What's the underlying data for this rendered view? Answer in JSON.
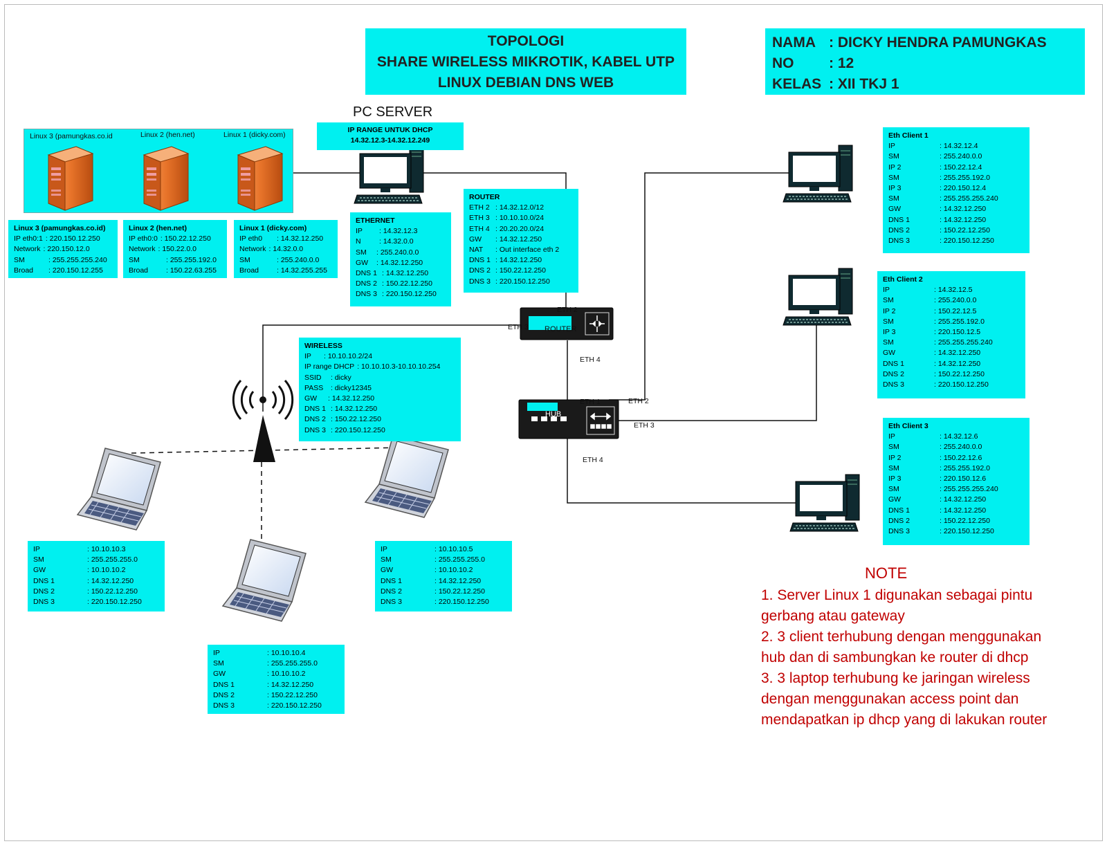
{
  "title": {
    "line1": "TOPOLOGI",
    "line2": "SHARE WIRELESS MIKROTIK, KABEL UTP",
    "line3": "LINUX  DEBIAN DNS WEB"
  },
  "identity": {
    "rows": [
      {
        "k": "NAMA",
        "v": ": DICKY HENDRA PAMUNGKAS"
      },
      {
        "k": "NO",
        "v": ": 12"
      },
      {
        "k": "KELAS",
        "v": ": XII TKJ 1"
      }
    ]
  },
  "pc_server": {
    "label": "PC SERVER",
    "dhcp_title": "IP RANGE UNTUK DHCP",
    "dhcp_range": "14.32.12.3-14.32.12.249"
  },
  "servers": {
    "linux3_label": "Linux 3 (pamungkas.co.id",
    "linux2_label": "Linux 2 (hen.net)",
    "linux1_label": "Linux 1 (dicky.com)"
  },
  "linux3": {
    "header": "Linux 3 (pamungkas.co.id)",
    "rows": [
      {
        "k": "IP eth0:1",
        "v": ": 220.150.12.250"
      },
      {
        "k": "Network",
        "v": ": 220.150.12.0"
      },
      {
        "k": "SM",
        "v": ": 255.255.255.240"
      },
      {
        "k": "Broad",
        "v": ": 220.150.12.255"
      }
    ]
  },
  "linux2": {
    "header": "Linux 2 (hen.net)",
    "rows": [
      {
        "k": "IP eth0:0",
        "v": ": 150.22.12.250"
      },
      {
        "k": "Network",
        "v": ": 150.22.0.0"
      },
      {
        "k": "SM",
        "v": ": 255.255.192.0"
      },
      {
        "k": "Broad",
        "v": ": 150.22.63.255"
      }
    ]
  },
  "linux1": {
    "header": "Linux 1 (dicky.com)",
    "rows": [
      {
        "k": "IP eth0",
        "v": ": 14.32.12.250"
      },
      {
        "k": "Network",
        "v": ": 14.32.0.0"
      },
      {
        "k": "SM",
        "v": ": 255.240.0.0"
      },
      {
        "k": "Broad",
        "v": ": 14.32.255.255"
      }
    ]
  },
  "ethernet": {
    "header": "ETHERNET",
    "rows": [
      {
        "k": "IP",
        "v": ": 14.32.12.3"
      },
      {
        "k": "N",
        "v": ": 14.32.0.0"
      },
      {
        "k": "SM",
        "v": ": 255.240.0.0"
      },
      {
        "k": "GW",
        "v": ": 14.32.12.250"
      },
      {
        "k": "DNS 1",
        "v": ": 14.32.12.250"
      },
      {
        "k": "DNS 2",
        "v": ": 150.22.12.250"
      },
      {
        "k": "DNS 3",
        "v": ": 220.150.12.250"
      }
    ]
  },
  "router_info": {
    "header": "ROUTER",
    "rows": [
      {
        "k": "ETH 2",
        "v": ": 14.32.12.0/12"
      },
      {
        "k": "ETH 3",
        "v": ":  10.10.10.0/24"
      },
      {
        "k": "ETH 4",
        "v": ": 20.20.20.0/24"
      },
      {
        "k": "GW",
        "v": ": 14.32.12.250"
      },
      {
        "k": "NAT",
        "v": ": Out interface eth 2"
      },
      {
        "k": "DNS 1",
        "v": ": 14.32.12.250"
      },
      {
        "k": "DNS 2",
        "v": ": 150.22.12.250"
      },
      {
        "k": "DNS 3",
        "v": ": 220.150.12.250"
      }
    ]
  },
  "wireless": {
    "header": "WIRELESS",
    "rows": [
      {
        "k": "IP",
        "v": ": 10.10.10.2/24"
      },
      {
        "k": "IP range DHCP",
        "v": ": 10.10.10.3-10.10.10.254"
      },
      {
        "k": "SSID",
        "v": ": dicky"
      },
      {
        "k": "PASS",
        "v": ": dicky12345"
      },
      {
        "k": "GW",
        "v": ": 14.32.12.250"
      },
      {
        "k": "DNS 1",
        "v": ": 14.32.12.250"
      },
      {
        "k": "DNS 2",
        "v": ": 150.22.12.250"
      },
      {
        "k": "DNS 3",
        "v": ": 220.150.12.250"
      }
    ]
  },
  "devices": {
    "router_label": "ROUTER",
    "hub_label": "HUB"
  },
  "ports": {
    "router_eth2": "ETH 2",
    "router_eth3": "ETH 3",
    "router_eth4": "ETH 4",
    "hub_eth1": "ETH 1",
    "hub_eth2": "ETH 2",
    "hub_eth3": "ETH 3",
    "hub_eth4": "ETH 4"
  },
  "client1": {
    "header": "Eth Client 1",
    "rows": [
      {
        "k": "IP",
        "v": ": 14.32.12.4"
      },
      {
        "k": "SM",
        "v": ": 255.240.0.0"
      },
      {
        "k": "IP 2",
        "v": ": 150.22.12.4"
      },
      {
        "k": "SM",
        "v": ": 255.255.192.0"
      },
      {
        "k": "IP 3",
        "v": ": 220.150.12.4"
      },
      {
        "k": "SM",
        "v": ": 255.255.255.240"
      },
      {
        "k": "GW",
        "v": ": 14.32.12.250"
      },
      {
        "k": "DNS 1",
        "v": ": 14.32.12.250"
      },
      {
        "k": "DNS 2",
        "v": ": 150.22.12.250"
      },
      {
        "k": "DNS 3",
        "v": ": 220.150.12.250"
      }
    ]
  },
  "client2": {
    "header": "Eth Client 2",
    "rows": [
      {
        "k": "IP",
        "v": ": 14.32.12.5"
      },
      {
        "k": "SM",
        "v": ": 255.240.0.0"
      },
      {
        "k": "IP 2",
        "v": ": 150.22.12.5"
      },
      {
        "k": "SM",
        "v": ": 255.255.192.0"
      },
      {
        "k": "IP 3",
        "v": ": 220.150.12.5"
      },
      {
        "k": "SM",
        "v": ": 255.255.255.240"
      },
      {
        "k": "GW",
        "v": ": 14.32.12.250"
      },
      {
        "k": "DNS 1",
        "v": ": 14.32.12.250"
      },
      {
        "k": "DNS 2",
        "v": ": 150.22.12.250"
      },
      {
        "k": "DNS 3",
        "v": ": 220.150.12.250"
      }
    ]
  },
  "client3": {
    "header": "Eth Client 3",
    "rows": [
      {
        "k": "IP",
        "v": ": 14.32.12.6"
      },
      {
        "k": "SM",
        "v": ": 255.240.0.0"
      },
      {
        "k": "IP 2",
        "v": ": 150.22.12.6"
      },
      {
        "k": "SM",
        "v": ": 255.255.192.0"
      },
      {
        "k": "IP 3",
        "v": ": 220.150.12.6"
      },
      {
        "k": "SM",
        "v": ": 255.255.255.240"
      },
      {
        "k": "GW",
        "v": ": 14.32.12.250"
      },
      {
        "k": "DNS 1",
        "v": ": 14.32.12.250"
      },
      {
        "k": "DNS 2",
        "v": ": 150.22.12.250"
      },
      {
        "k": "DNS 3",
        "v": ": 220.150.12.250"
      }
    ]
  },
  "laptop1": {
    "rows": [
      {
        "k": "IP",
        "v": ": 10.10.10.3"
      },
      {
        "k": "SM",
        "v": ": 255.255.255.0"
      },
      {
        "k": "GW",
        "v": ": 10.10.10.2"
      },
      {
        "k": "DNS 1",
        "v": ": 14.32.12.250"
      },
      {
        "k": "DNS 2",
        "v": ": 150.22.12.250"
      },
      {
        "k": "DNS 3",
        "v": ": 220.150.12.250"
      }
    ]
  },
  "laptop2": {
    "rows": [
      {
        "k": "IP",
        "v": ": 10.10.10.4"
      },
      {
        "k": "SM",
        "v": ": 255.255.255.0"
      },
      {
        "k": "GW",
        "v": ": 10.10.10.2"
      },
      {
        "k": "DNS 1",
        "v": ": 14.32.12.250"
      },
      {
        "k": "DNS 2",
        "v": ": 150.22.12.250"
      },
      {
        "k": "DNS 3",
        "v": ": 220.150.12.250"
      }
    ]
  },
  "laptop3": {
    "rows": [
      {
        "k": "IP",
        "v": ": 10.10.10.5"
      },
      {
        "k": "SM",
        "v": ": 255.255.255.0"
      },
      {
        "k": "GW",
        "v": ": 10.10.10.2"
      },
      {
        "k": "DNS 1",
        "v": ": 14.32.12.250"
      },
      {
        "k": "DNS 2",
        "v": ": 150.22.12.250"
      },
      {
        "k": "DNS 3",
        "v": ": 220.150.12.250"
      }
    ]
  },
  "note": {
    "title": "NOTE",
    "items": [
      "1. Server Linux 1 digunakan sebagai pintu gerbang atau gateway",
      "2. 3 client terhubung dengan menggunakan hub dan di sambungkan ke router di dhcp",
      "3. 3 laptop terhubung ke jaringan wireless dengan menggunakan access point dan mendapatkan ip dhcp yang di lakukan router"
    ]
  },
  "colors": {
    "box": "#00f0f0",
    "note": "#c00000",
    "device": "#1a1a1a",
    "server_orange": "#e8742a"
  },
  "icons": [
    "server-tower-icon",
    "desktop-pc-icon",
    "router-icon",
    "hub-icon",
    "wireless-antenna-icon",
    "laptop-icon"
  ]
}
